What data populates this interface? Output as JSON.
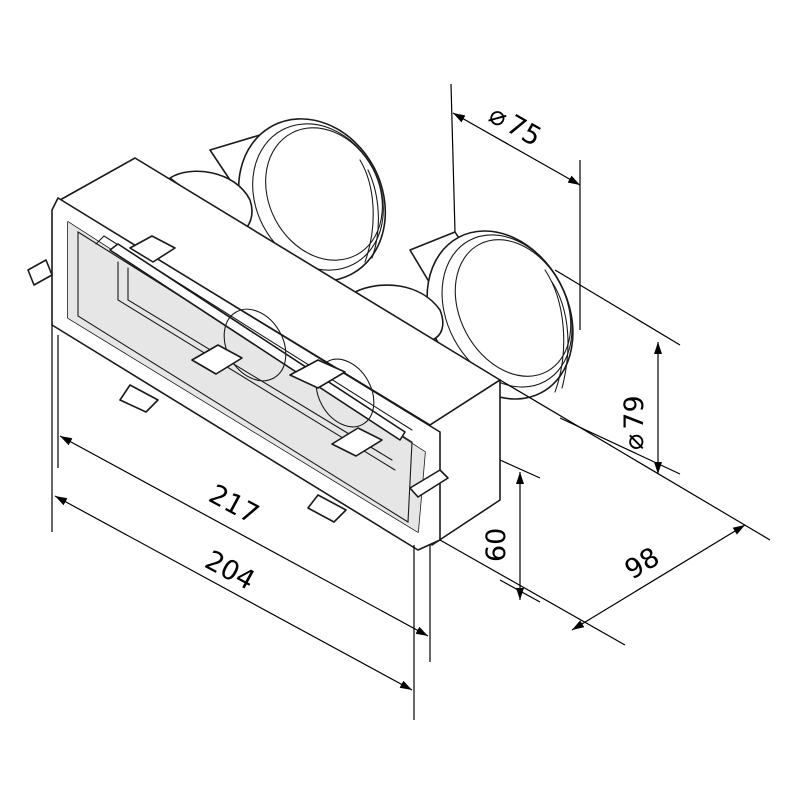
{
  "drawing": {
    "dimensions": {
      "outlet_diameter": {
        "symbol": "⌀",
        "value": "75"
      },
      "socket_diameter": {
        "symbol": "⌀",
        "value": "79"
      },
      "depth": {
        "value": "98"
      },
      "height": {
        "value": "60"
      },
      "outer_width": {
        "value": "217"
      },
      "inner_width": {
        "value": "204"
      }
    }
  }
}
